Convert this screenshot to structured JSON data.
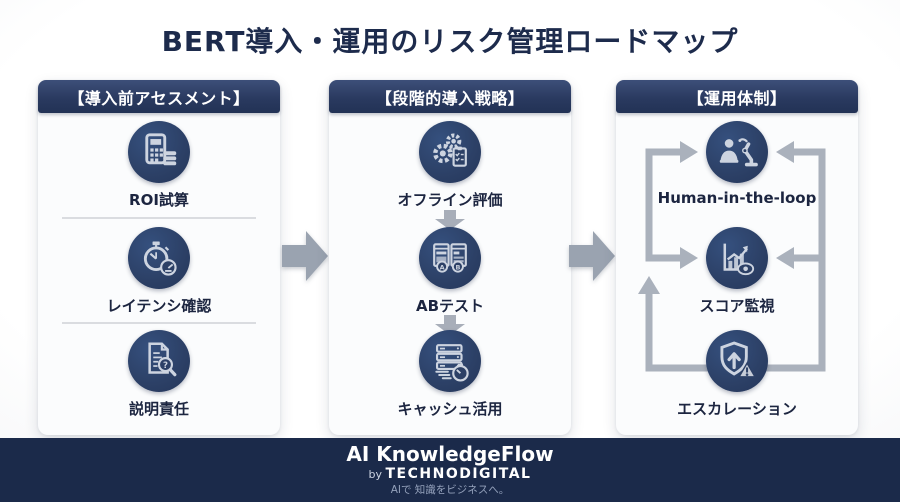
{
  "title": "BERT導入・運用のリスク管理ロードマップ",
  "panels": [
    {
      "header": "【導入前アセスメント】",
      "items": [
        {
          "label": "ROI試算",
          "icon": "calculator-coins"
        },
        {
          "label": "レイテンシ確認",
          "icon": "stopwatch-gauge"
        },
        {
          "label": "説明責任",
          "icon": "document-magnifier"
        }
      ]
    },
    {
      "header": "【段階的導入戦略】",
      "items": [
        {
          "label": "オフライン評価",
          "icon": "gears-checklist"
        },
        {
          "label": "ABテスト",
          "icon": "ab-test-windows"
        },
        {
          "label": "キャッシュ活用",
          "icon": "server-stopwatch"
        }
      ]
    },
    {
      "header": "【運用体制】",
      "items": [
        {
          "label": "Human-in-the-loop",
          "icon": "human-robot-arm"
        },
        {
          "label": "スコア監視",
          "icon": "chart-eye"
        },
        {
          "label": "エスカレーション",
          "icon": "shield-alert"
        }
      ]
    }
  ],
  "footer": {
    "brand": "AI KnowledgeFlow",
    "by": "by",
    "company": "TECHNODIGITAL",
    "tagline": "AIで 知識をビジネスへ。"
  },
  "colors": {
    "navy_dark": "#1b2a4a",
    "navy_header": "#2a3a60",
    "navy_icon": "#2c4066",
    "glyph_light": "#cdd4e0",
    "arrow_gray": "#9aa3b0",
    "loop_gray": "#aab1bc",
    "page_bg_edge": "#e2e4e8"
  }
}
